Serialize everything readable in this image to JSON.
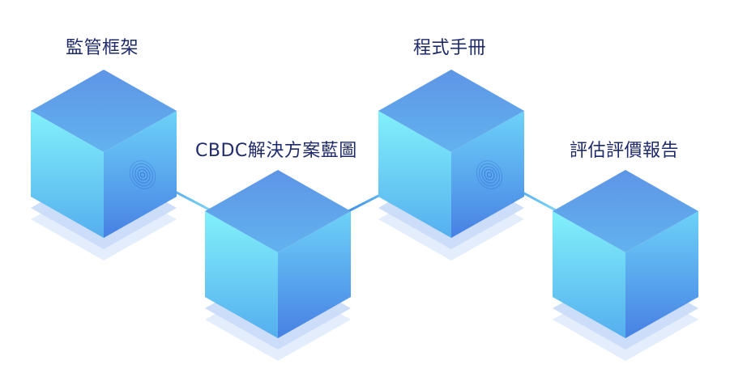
{
  "diagram": {
    "steps": [
      {
        "label": "監管框架"
      },
      {
        "label": "CBDC解決方案藍圖"
      },
      {
        "label": "程式手冊"
      },
      {
        "label": "評估評價報告"
      }
    ],
    "colors": {
      "top_face": "#5a9ce8",
      "left_face_light": "#7ff0fb",
      "left_face_dark": "#58b7f0",
      "right_face_light": "#6fd3f8",
      "right_face_dark": "#4a86e6",
      "layer_light": "#e1ecfc",
      "layer_mid": "#c9dcf8",
      "connector": "#5ab0ee",
      "label_text": "#1f2a6b"
    }
  }
}
